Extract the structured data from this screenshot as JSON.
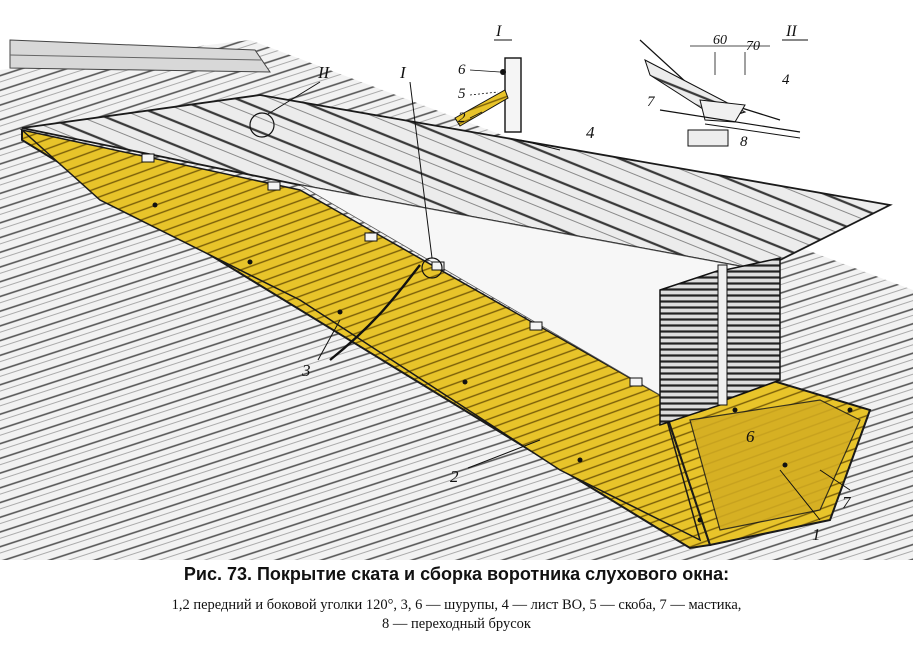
{
  "figure": {
    "labels": {
      "detail_I": "I",
      "detail_II": "II",
      "n1": "1",
      "n2": "2",
      "n3": "3",
      "n4": "4",
      "n5": "5",
      "n6": "6",
      "n7": "7",
      "n8": "8",
      "dim60": "60",
      "dim70": "70"
    }
  },
  "caption": {
    "title": "Рис. 73. Покрытие ската и сборка воротника слухового окна:",
    "legend_line1": "1,2  передний и боковой уголки 120°, 3, 6 — шурупы, 4 — лист ВО, 5 — скоба, 7 — мастика,",
    "legend_line2": "8 — переходный брусок"
  },
  "colors": {
    "yellow": "#E8C42A",
    "yellow_dark": "#B8941A",
    "ink": "#1a1a1a",
    "sheet_light": "#E4E4E4"
  }
}
